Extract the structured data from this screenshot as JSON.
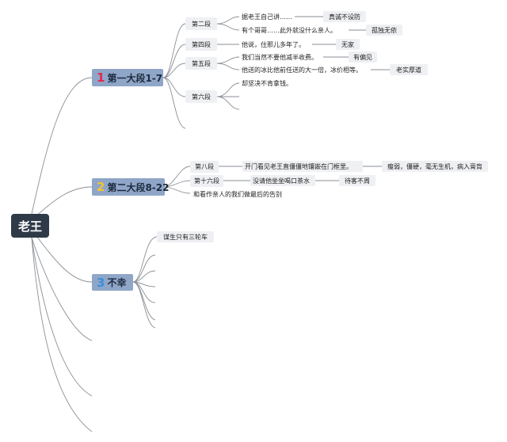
{
  "root": {
    "label": "老王"
  },
  "branch1": {
    "number": "1",
    "number_color": "#e8264a",
    "label": "第一大段1-7",
    "sections": [
      {
        "label": "第二段",
        "lines": [
          "据老王自己讲……",
          "有个哥哥……此外就没什么亲人。"
        ],
        "notes": [
          "真诚不设防",
          "孤独无依"
        ]
      },
      {
        "label": "第四段",
        "lines": [
          "他说，住那儿多年了。"
        ],
        "notes": [
          "无家"
        ]
      },
      {
        "label": "第五段",
        "lines": [
          "我们当然不要他减半收费。",
          "他送的冰比他前任送的大一倍，冰价相等。"
        ],
        "notes": [
          "有偏见",
          "老实厚道"
        ]
      },
      {
        "label": "第六段",
        "lines": [
          "却坚决不肯拿钱。"
        ]
      }
    ]
  },
  "branch2": {
    "number": "2",
    "number_color": "#f4c430",
    "label": "第二大段8-22",
    "sections": [
      {
        "label": "第八段",
        "line": "开门看见老王直僵僵地镶嵌在门框里。",
        "note": "瘦弱，僵硬，毫无生机，病入膏肓"
      },
      {
        "label": "第十六段",
        "line": "没请他坐坐喝口茶水",
        "note": "待客不周"
      }
    ],
    "extra": "和看作亲人的我们做最后的告别"
  },
  "branch3": {
    "number": "3",
    "number_color": "#3a8fd8",
    "label": "不幸",
    "items": [
      "谋生只有三轮车"
    ]
  },
  "colors": {
    "line": "#8a8f96",
    "root_bg": "#2f3a48",
    "main_bg": "#8fa6c8",
    "sub_bg": "#eef0f3"
  }
}
